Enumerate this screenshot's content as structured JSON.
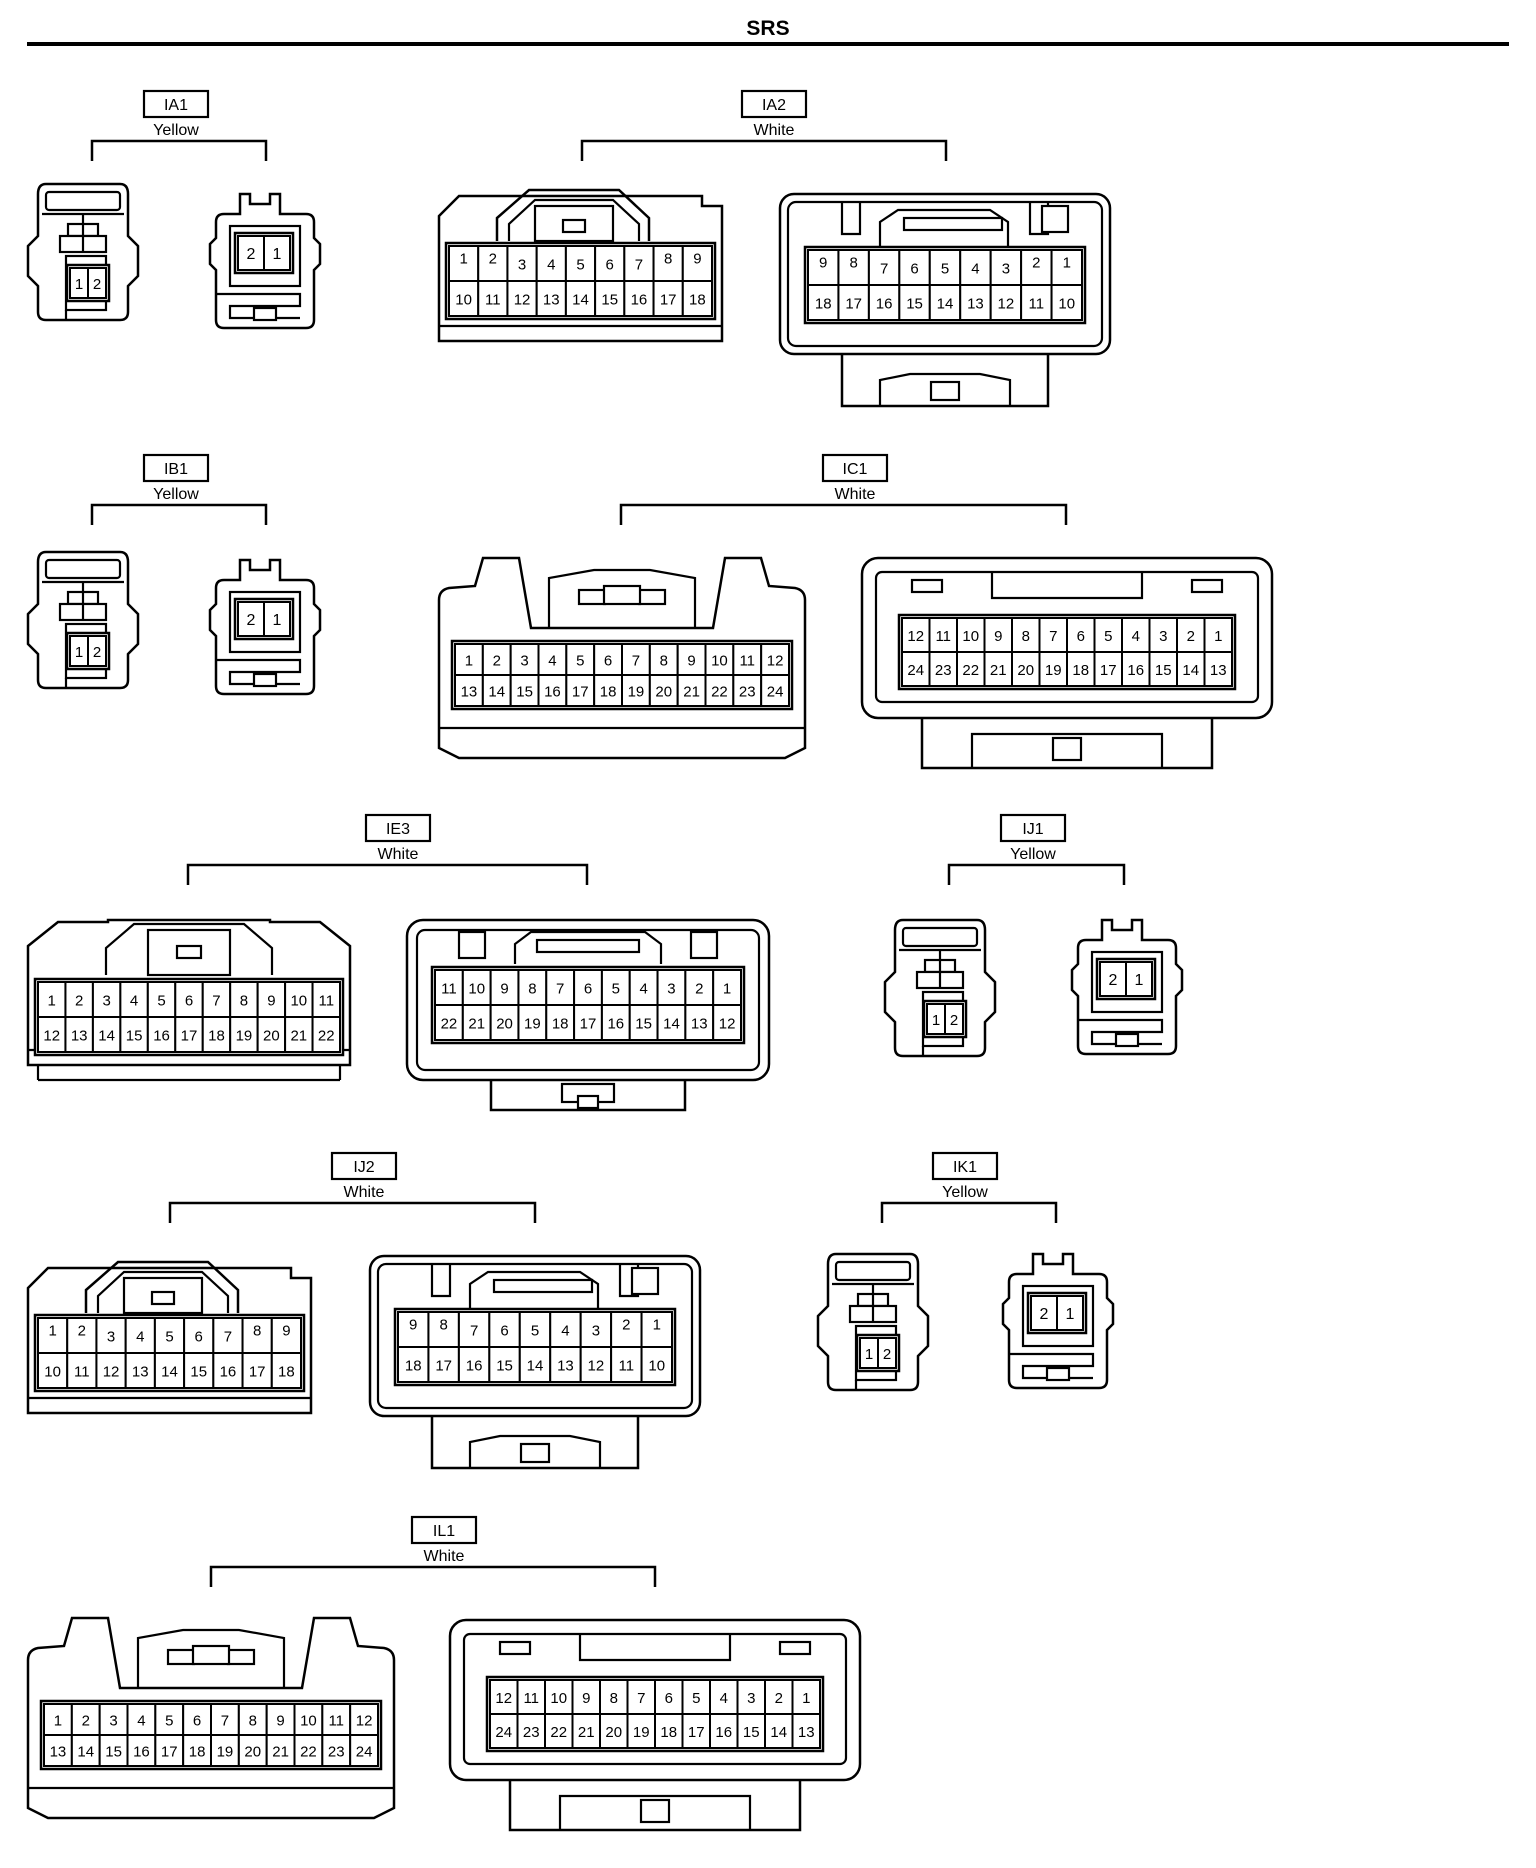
{
  "page": {
    "title": "SRS"
  },
  "colors": {
    "ink": "#000000",
    "background": "#ffffff"
  },
  "connectors": [
    {
      "id": "ia1",
      "code": "IA1",
      "color": "Yellow"
    },
    {
      "id": "ia2",
      "code": "IA2",
      "color": "White"
    },
    {
      "id": "ib1",
      "code": "IB1",
      "color": "Yellow"
    },
    {
      "id": "ic1",
      "code": "IC1",
      "color": "White"
    },
    {
      "id": "ie3",
      "code": "IE3",
      "color": "White"
    },
    {
      "id": "ij1",
      "code": "IJ1",
      "color": "Yellow"
    },
    {
      "id": "ij2",
      "code": "IJ2",
      "color": "White"
    },
    {
      "id": "ik1",
      "code": "IK1",
      "color": "Yellow"
    },
    {
      "id": "il1",
      "code": "IL1",
      "color": "White"
    }
  ],
  "pin_layouts": {
    "p2_female": [
      [
        "1",
        "2"
      ]
    ],
    "p2_male": [
      [
        "2",
        "1"
      ]
    ],
    "p18_female": [
      [
        "1",
        "2",
        "3",
        "4",
        "5",
        "6",
        "7",
        "8",
        "9"
      ],
      [
        "10",
        "11",
        "12",
        "13",
        "14",
        "15",
        "16",
        "17",
        "18"
      ]
    ],
    "p18_male": [
      [
        "9",
        "8",
        "7",
        "6",
        "5",
        "4",
        "3",
        "2",
        "1"
      ],
      [
        "18",
        "17",
        "16",
        "15",
        "14",
        "13",
        "12",
        "11",
        "10"
      ]
    ],
    "p22_female": [
      [
        "1",
        "2",
        "3",
        "4",
        "5",
        "6",
        "7",
        "8",
        "9",
        "10",
        "11"
      ],
      [
        "12",
        "13",
        "14",
        "15",
        "16",
        "17",
        "18",
        "19",
        "20",
        "21",
        "22"
      ]
    ],
    "p22_male": [
      [
        "11",
        "10",
        "9",
        "8",
        "7",
        "6",
        "5",
        "4",
        "3",
        "2",
        "1"
      ],
      [
        "22",
        "21",
        "20",
        "19",
        "18",
        "17",
        "16",
        "15",
        "14",
        "13",
        "12"
      ]
    ],
    "p24_female": [
      [
        "1",
        "2",
        "3",
        "4",
        "5",
        "6",
        "7",
        "8",
        "9",
        "10",
        "11",
        "12"
      ],
      [
        "13",
        "14",
        "15",
        "16",
        "17",
        "18",
        "19",
        "20",
        "21",
        "22",
        "23",
        "24"
      ]
    ],
    "p24_male": [
      [
        "12",
        "11",
        "10",
        "9",
        "8",
        "7",
        "6",
        "5",
        "4",
        "3",
        "2",
        "1"
      ],
      [
        "24",
        "23",
        "22",
        "21",
        "20",
        "19",
        "18",
        "17",
        "16",
        "15",
        "14",
        "13"
      ]
    ]
  }
}
